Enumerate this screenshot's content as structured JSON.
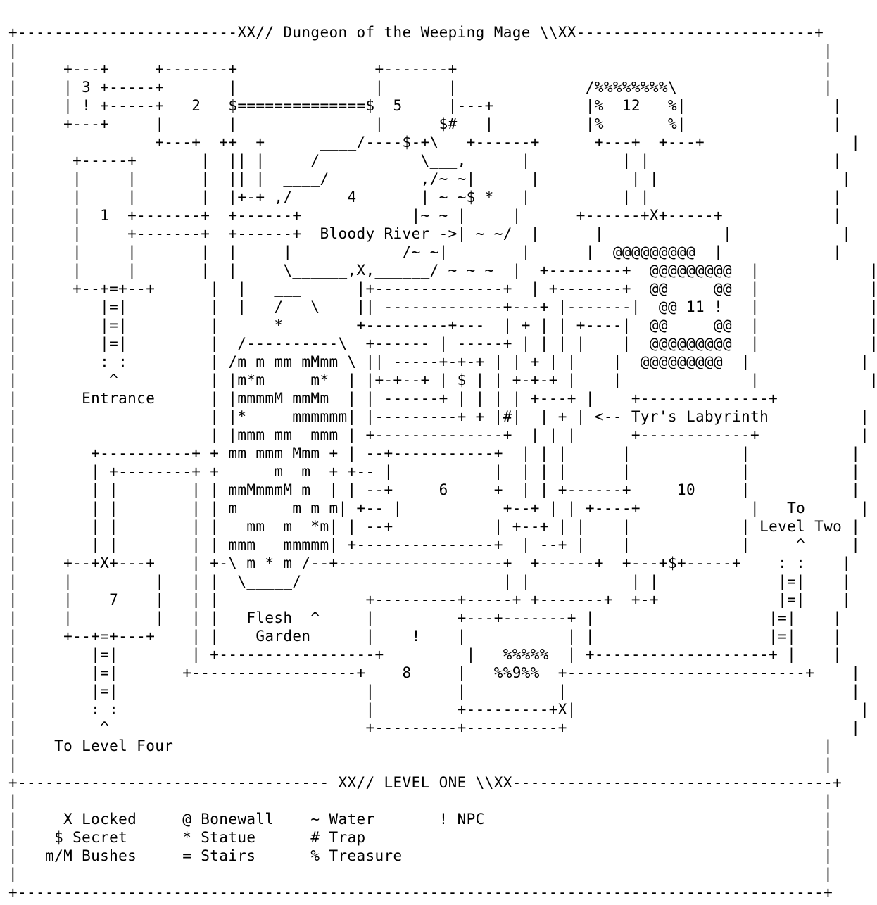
{
  "title": "Dungeon of the Weeping Mage",
  "level_title": "LEVEL ONE",
  "map_lines": [
    "+------------------------XX// Dungeon of the Weeping Mage \\\\XX--------------------------+",
    "|                                                                                        |",
    "|     +---+     +-------+               +-------+                                        |",
    "|     | 3 +-----+       |               |       |              /%%%%%%%%\\                |",
    "|     | ! +-----+   2   $==============$  5     |---+          |%  12   %|                |",
    "|     +---+     |       |               |      $#   |          |%       %|                |",
    "|               +---+  ++  +      ____/----$-+\\   +------+      +---+  +---+                |",
    "|      +-----+       |  || |     /           \\___,      |          | |                    |",
    "|      |     |       |  || |  ____/          ,/~ ~|      |          | |                    |",
    "|      |     |       |  |+-+ ,/      4       | ~ ~$ *   |          | |                    |",
    "|      |  1  +-------+  +------+            |~ ~ |     |      +------+X+-----+            |",
    "|      |     +-------+  +------+  Bloody River ->| ~ ~/  |      |             |            |",
    "|      |     |       |  |     |         ___/~ ~|        |      |  @@@@@@@@@  |            |",
    "|      |     |       |  |     \\______,X,______/ ~ ~ ~  |  +--------+  @@@@@@@@@  |            |",
    "|      +--+=+--+      |  |   ___      |+--------------+  | +-------+  @@     @@  |            |",
    "|         |=|         |  |___/   \\____|| -------------+---+ |-------|  @@ 11 !   |            |",
    "|         |=|         |      *        +---------+---  | + | | +----|  @@     @@  |            |",
    "|         |=|         |  /----------\\  +------ | -----+ | | | |    |  @@@@@@@@@  |            |",
    "|         : :         | /m m mm mMmm \\ || -----+-+-+ | | + | |    |  @@@@@@@@@  |            |",
    "|          ^          | |m*m     m*  | |+-+--+ | $ | | +-+-+ |    |              |            |",
    "|       Entrance      | |mmmmM mmMm  | | ------+ | | | | +---+ |    +--------------+            |",
    "|                     | |*     mmmmmm| |---------+ + |#|  | + | <-- Tyr's Labyrinth          |",
    "|                     | |mmm mm  mmm | +--------------+  | | |      +------------+           |",
    "|        +----------+ + mm mmm Mmm + | --+-----------+  | | |      |            |           |",
    "|        | +--------+ +      m  m  + +-- |           |  | | |      |            |           |",
    "|        | |        | | mmMmmmM m  | | --+     6     +  | | +------+     10     |           |",
    "|        | |        | | m      m m m| +-- |           +--+ | | +----+            |   To      |",
    "|        | |        | |   mm  m  *m| | --+           | +--+ | |    |            | Level Two |",
    "|        | |        | | mmm   mmmmm| +---------------+  | --+ |    |            |     ^     |",
    "|     +--+X+---+    | +-\\ m * m /--+------------------+  +------+  +---+$+-----+    : :    |",
    "|     |         |   | |  \\_____/                      | |           | |             |=|    |",
    "|     |    7    |   | |                +---------+-----+ +-------+  +-+             |=|    |",
    "|     |         |   | |   Flesh  ^     |         +---+-------+ |                   |=|    |",
    "|     +--+=+---+    | |    Garden      |    !    |           | |                   |=|    |",
    "|        |=|        | +-----------------+         |   %%%%%  | +-------------------+ |    |",
    "|        |=|       +------------------+    8     |   %%9%%  +--------------------------+    |",
    "|        |=|                           |         |          |                               |",
    "|        : :                           |         +---------+X|                               |",
    "|         ^                            +---------+----------+                               |",
    "|    To Level Four                                                                       |",
    "|                                                                                        |",
    "+---------------------------------- XX// LEVEL ONE \\\\XX-----------------------------------+",
    "|                                                                                        |",
    "|     X Locked     @ Bonewall    ~ Water       ! NPC                                     |",
    "|    $ Secret      * Statue      # Trap                                                  |",
    "|   m/M Bushes     = Stairs      % Treasure                                              |",
    "|                                                                                        |",
    "+----------------------------------------------------------------------------------------+"
  ],
  "labels": {
    "entrance": "Entrance",
    "bloody_river": "Bloody River",
    "flesh_garden": "Flesh Garden",
    "tyrs_labyrinth": "Tyr's Labyrinth",
    "to_level_two": "To Level Two",
    "to_level_four": "To Level Four"
  },
  "rooms": [
    "1",
    "2",
    "3",
    "4",
    "5",
    "6",
    "7",
    "8",
    "9",
    "10",
    "11",
    "12"
  ],
  "legend": [
    {
      "symbol": "X",
      "meaning": "Locked"
    },
    {
      "symbol": "$",
      "meaning": "Secret"
    },
    {
      "symbol": "m/M",
      "meaning": "Bushes"
    },
    {
      "symbol": "@",
      "meaning": "Bonewall"
    },
    {
      "symbol": "*",
      "meaning": "Statue"
    },
    {
      "symbol": "=",
      "meaning": "Stairs"
    },
    {
      "symbol": "~",
      "meaning": "Water"
    },
    {
      "symbol": "#",
      "meaning": "Trap"
    },
    {
      "symbol": "%",
      "meaning": "Treasure"
    },
    {
      "symbol": "!",
      "meaning": "NPC"
    }
  ]
}
